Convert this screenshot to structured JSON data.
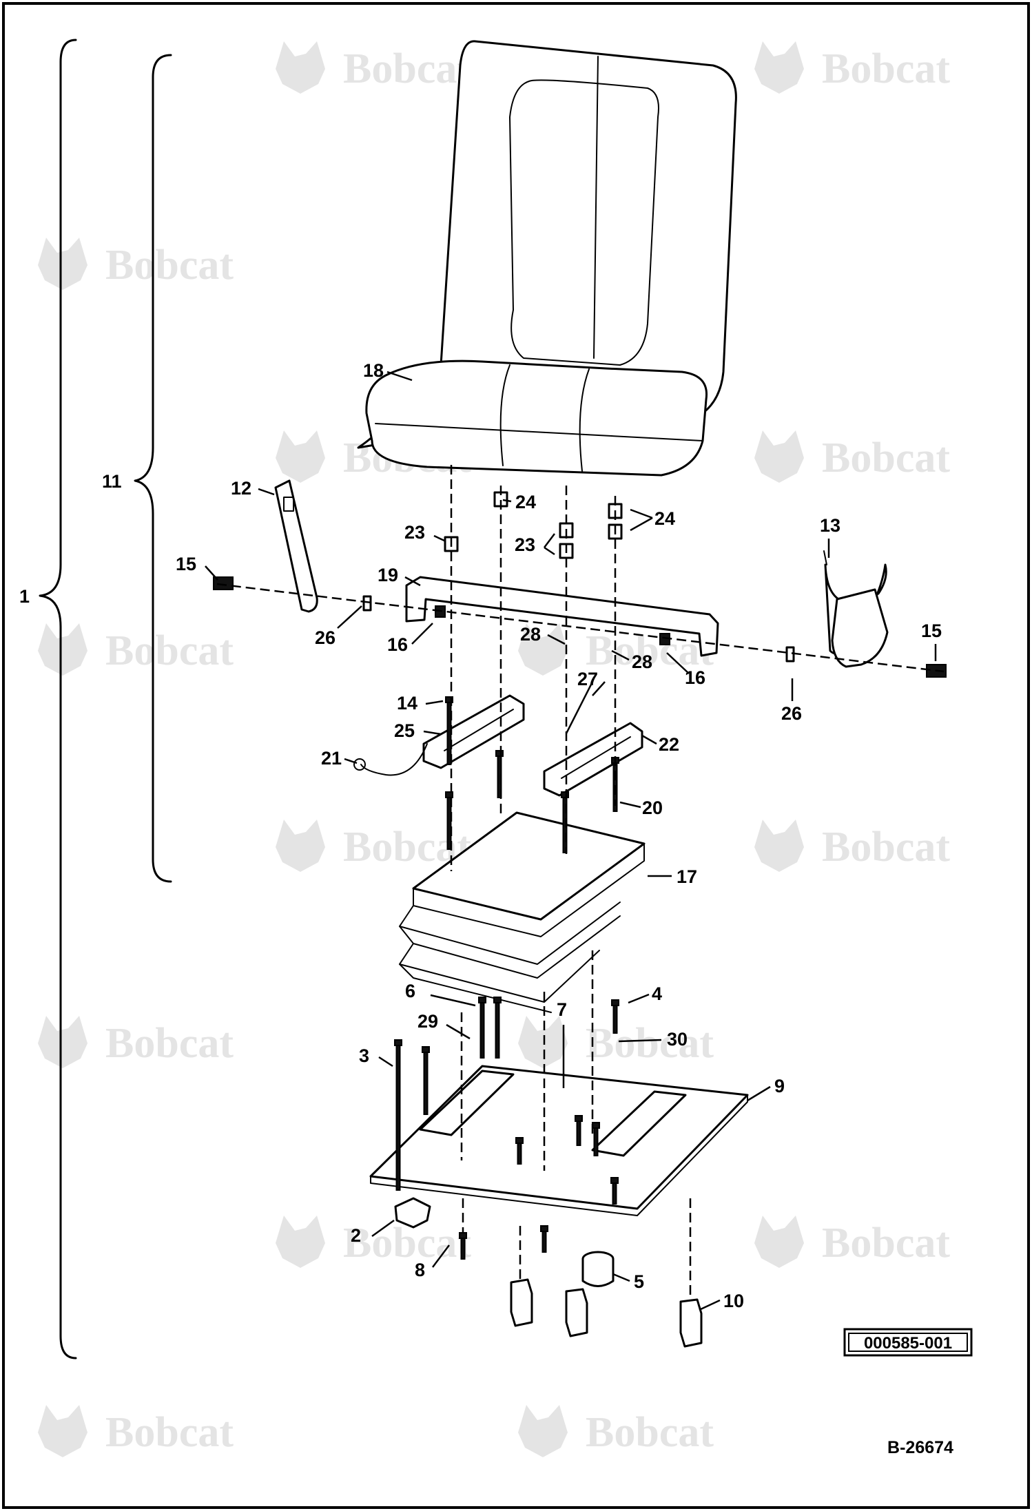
{
  "watermark": {
    "brand": "Bobcat",
    "icon": "bobcat-logo-icon"
  },
  "reference_code": "000585-001",
  "figure_number": "B-26674",
  "assemblies": [
    {
      "label": "1"
    },
    {
      "label": "11"
    }
  ],
  "callouts": [
    "18",
    "12",
    "24",
    "23",
    "23",
    "24",
    "13",
    "15",
    "19",
    "26",
    "16",
    "28",
    "28",
    "16",
    "15",
    "26",
    "14",
    "27",
    "25",
    "22",
    "21",
    "20",
    "17",
    "6",
    "4",
    "29",
    "7",
    "30",
    "3",
    "9",
    "2",
    "8",
    "5",
    "10"
  ]
}
